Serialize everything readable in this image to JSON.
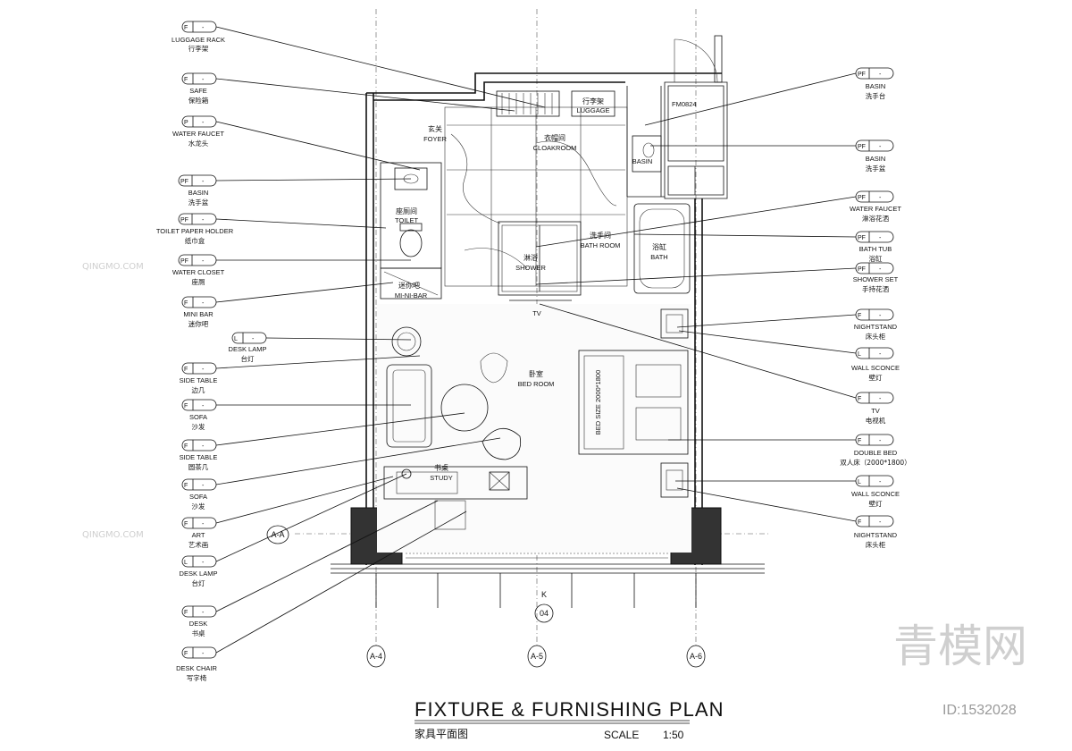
{
  "left_callouts": [
    {
      "tag": "F",
      "en": "LUGGAGE RACK",
      "cn": "行李架"
    },
    {
      "tag": "F",
      "en": "SAFE",
      "cn": "保险箱"
    },
    {
      "tag": "P",
      "en": "WATER FAUCET",
      "cn": "水龙头"
    },
    {
      "tag": "PF",
      "en": "BASIN",
      "cn": "洗手盆"
    },
    {
      "tag": "PF",
      "en": "TOILET PAPER HOLDER",
      "cn": "纸巾盒"
    },
    {
      "tag": "PF",
      "en": "WATER CLOSET",
      "cn": "座厕"
    },
    {
      "tag": "F",
      "en": "MINI BAR",
      "cn": "迷你吧"
    },
    {
      "tag": "L",
      "en": "DESK LAMP",
      "cn": "台灯"
    },
    {
      "tag": "F",
      "en": "SIDE TABLE",
      "cn": "边几"
    },
    {
      "tag": "F",
      "en": "SOFA",
      "cn": "沙发"
    },
    {
      "tag": "F",
      "en": "SIDE TABLE",
      "cn": "圆茶几"
    },
    {
      "tag": "F",
      "en": "SOFA",
      "cn": "沙发"
    },
    {
      "tag": "F",
      "en": "ART",
      "cn": "艺术画"
    },
    {
      "tag": "L",
      "en": "DESK LAMP",
      "cn": "台灯"
    },
    {
      "tag": "F",
      "en": "DESK",
      "cn": "书桌"
    },
    {
      "tag": "F",
      "en": "DESK CHAIR",
      "cn": "写字椅"
    }
  ],
  "right_callouts": [
    {
      "tag": "PF",
      "en": "BASIN",
      "cn": "洗手台"
    },
    {
      "tag": "PF",
      "en": "BASIN",
      "cn": "洗手盆"
    },
    {
      "tag": "PF",
      "en": "WATER FAUCET",
      "cn": "淋浴花洒"
    },
    {
      "tag": "PF",
      "en": "BATH TUB",
      "cn": "浴缸"
    },
    {
      "tag": "PF",
      "en": "SHOWER SET",
      "cn": "手持花洒"
    },
    {
      "tag": "F",
      "en": "NIGHTSTAND",
      "cn": "床头柜"
    },
    {
      "tag": "L",
      "en": "WALL SCONCE",
      "cn": "壁灯"
    },
    {
      "tag": "F",
      "en": "TV",
      "cn": "电视机"
    },
    {
      "tag": "F",
      "en": "DOUBLE BED",
      "cn": "双人床（2000*1800）"
    },
    {
      "tag": "L",
      "en": "WALL SCONCE",
      "cn": "壁灯"
    },
    {
      "tag": "F",
      "en": "NIGHTSTAND",
      "cn": "床头柜"
    }
  ],
  "rooms": {
    "foyer_cn": "玄关",
    "foyer_en": "FOYER",
    "cloak_cn": "衣帽间",
    "cloak_en": "CLOAKROOM",
    "luggage_cn": "行李架",
    "luggage_en": "LUGGAGE",
    "toilet_cn": "座厕间",
    "toilet_en": "TOILET",
    "bath_cn": "洗手间",
    "bath_en": "BATH ROOM",
    "shower_cn": "淋浴",
    "shower_en": "SHOWER",
    "tub_cn": "浴缸",
    "tub_en": "BATH",
    "basin_en": "BASIN",
    "minibar_cn": "迷你吧",
    "minibar_en": "MI-NI-BAR",
    "tv": "TV",
    "bed_cn": "卧室",
    "bed_en": "BED ROOM",
    "study_cn": "书桌",
    "study_en": "STUDY",
    "bedsize": "BED SIZE 2000*1800",
    "door_tag": "FM0824"
  },
  "axes": {
    "a4": "A-4",
    "a5": "A-5",
    "a6": "A-6",
    "section": "A-A",
    "k": "K",
    "k_num": "04"
  },
  "title": {
    "main": "FIXTURE & FURNISHING PLAN",
    "cn": "家具平面图",
    "scale_label": "SCALE",
    "scale_value": "1:50"
  },
  "watermark": {
    "brand": "青模网",
    "site": "QINGMO.COM",
    "id": "ID:1532028"
  }
}
